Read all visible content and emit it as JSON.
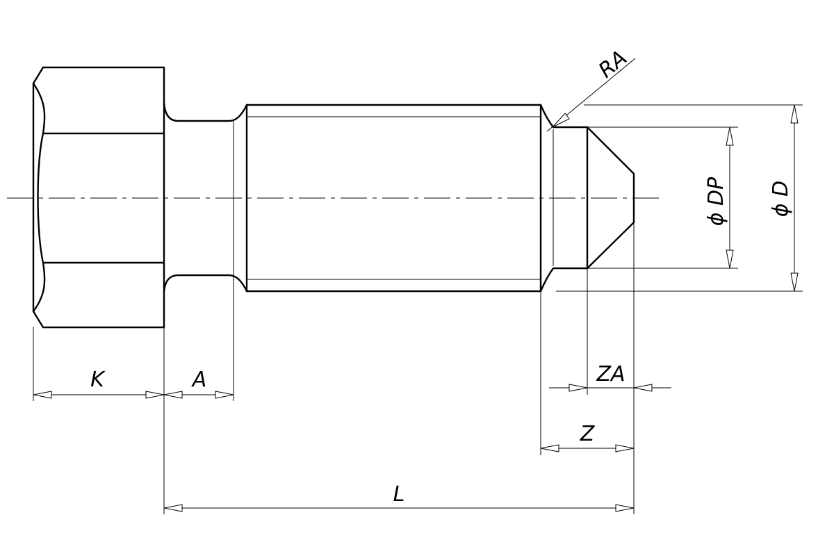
{
  "labels": {
    "K": "K",
    "A": "A",
    "L": "L",
    "Z": "Z",
    "ZA": "ZA",
    "RA": "RA",
    "DP": "ϕ DP",
    "D": "ϕ D"
  }
}
